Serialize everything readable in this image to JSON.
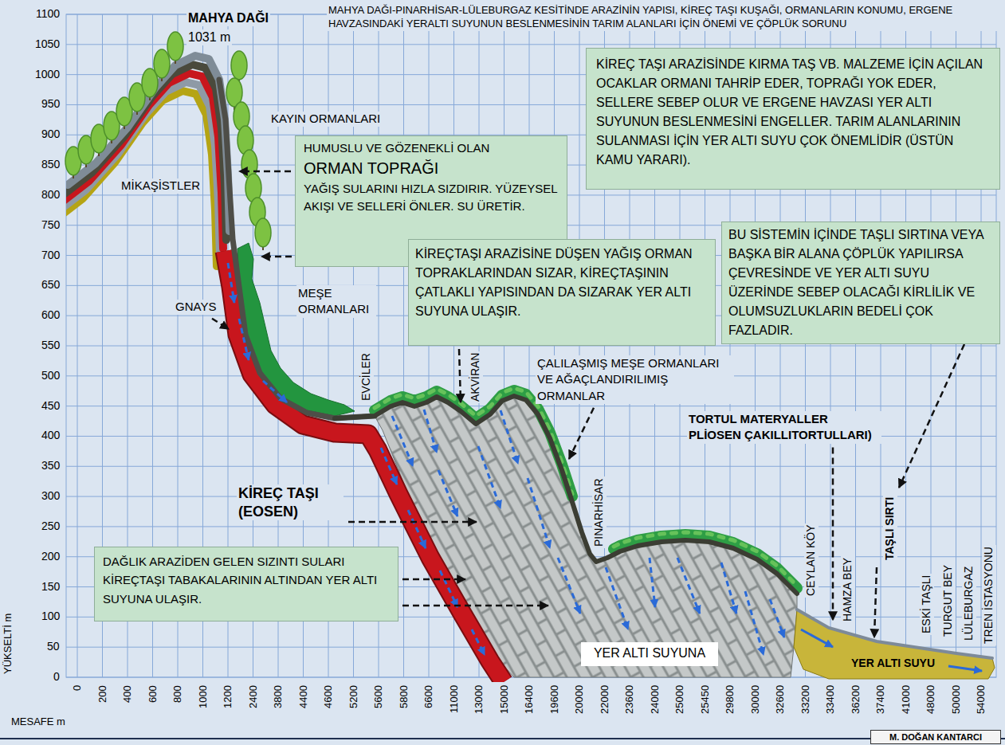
{
  "diagram": {
    "title": "MAHYA DAĞI-PINARHİSAR-LÜLEBURGAZ KESİTİNDE ARAZİNİN YAPISI, KİREÇ TAŞI KUŞAĞI, ORMANLARIN KONUMU, ERGENE HAVZASINDAKİ YERALTI SUYUNUN BESLENMESİNİN TARIM ALANLARI İÇİN ÖNEMİ VE ÇÖPLÜK SORUNU",
    "nodes": [
      {
        "text": [
          "KİREÇ TAŞI ARAZİSİNDE KIRMA TAŞ VB. MALZEME İÇİN AÇILAN OCAKLAR ORMANI TAHRİP EDER, TOPRAĞI YOK EDER, SELLERE SEBEP OLUR VE ERGENE HAVZASI YER ALTI SUYUNUN BESLENMESİNİ ENGELLER. TARIM ALANLARININ SULANMASI İÇİN YER ALTI SUYU ÇOK ÖNEMLİDİR (ÜSTÜN KAMU YARARI)."
        ]
      },
      {
        "text": [
          "HUMUSLU VE GÖZENEKLİ OLAN",
          "ORMAN TOPRAĞI",
          "YAĞIŞ SULARINI HIZLA SIZDIRIR. YÜZEYSEL AKIŞI VE SELLERİ ÖNLER. SU ÜRETİR."
        ]
      },
      {
        "text": [
          "KİREÇTAŞI ARAZİSİNE DÜŞEN YAĞIŞ ORMAN TOPRAKLARINDAN SIZAR, KİREÇTAŞININ ÇATLAKLI YAPISINDAN DA SIZARAK YER ALTI SUYUNA ULAŞIR."
        ]
      },
      {
        "text": [
          "BU SİSTEMİN İÇİNDE TAŞLI SIRTINA VEYA BAŞKA BİR ALANA ÇÖPLÜK YAPILIRSA ÇEVRESİNDE VE YER ALTI SUYU ÜZERİNDE SEBEP OLACAĞI KİRLİLİK VE OLUMSUZLUKLARIN BEDELİ ÇOK FAZLADIR."
        ]
      },
      {
        "text": [
          "DAĞLIK ARAZİDEN GELEN SIZINTI SULARI KİREÇTAŞI TABAKALARININ ALTINDAN YER ALTI SUYUNA ULAŞIR."
        ]
      },
      {
        "text": [
          "YER ALTI SUYUNA"
        ]
      },
      {
        "text": [
          "M. DOĞAN KANTARCI"
        ]
      }
    ],
    "labels": [
      "MAHYA DAĞI",
      "1031 m",
      "KAYIN ORMANLARI",
      "MİKAŞİSTLER",
      "GNAYS",
      "MEŞE ORMANLARI",
      "EVCİLER",
      "AKVİRAN",
      "ÇALILAŞMIŞ MEŞE ORMANLARI VE AĞAÇLANDIRILIMIŞ ORMANLAR",
      "TORTUL MATERYALLER PLİOSEN ÇAKILLITORTULLARI)",
      "KİREÇ TAŞI (EOSEN)",
      "PINARHİSAR",
      "CEYLAN KÖY",
      "HAMZA BEY",
      "TAŞLI SIRTI",
      "ESKİ TAŞLI",
      "TURGUT BEY",
      "LÜLEBURGAZ",
      "TREN İSTASYONU",
      "YER ALTI SUYU",
      "YÜKSELTİ m",
      "MESAFE m",
      "1100",
      "1050",
      "1000",
      "950",
      "900",
      "850",
      "800",
      "750",
      "700",
      "650",
      "600",
      "550",
      "500",
      "450",
      "400",
      "350",
      "300",
      "250",
      "200",
      "150",
      "100",
      "50",
      "0",
      "0",
      "200",
      "400",
      "600",
      "800",
      "1000",
      "1200",
      "2400",
      "3800",
      "4400",
      "4600",
      "5200",
      "5600",
      "5800",
      "6600",
      "11000",
      "13000",
      "15000",
      "16400",
      "19600",
      "20000",
      "22000",
      "23600",
      "24000",
      "25000",
      "25450",
      "29800",
      "30000",
      "32600",
      "33200",
      "33400",
      "36200",
      "37400",
      "41000",
      "48000",
      "50000",
      "54000"
    ]
  }
}
